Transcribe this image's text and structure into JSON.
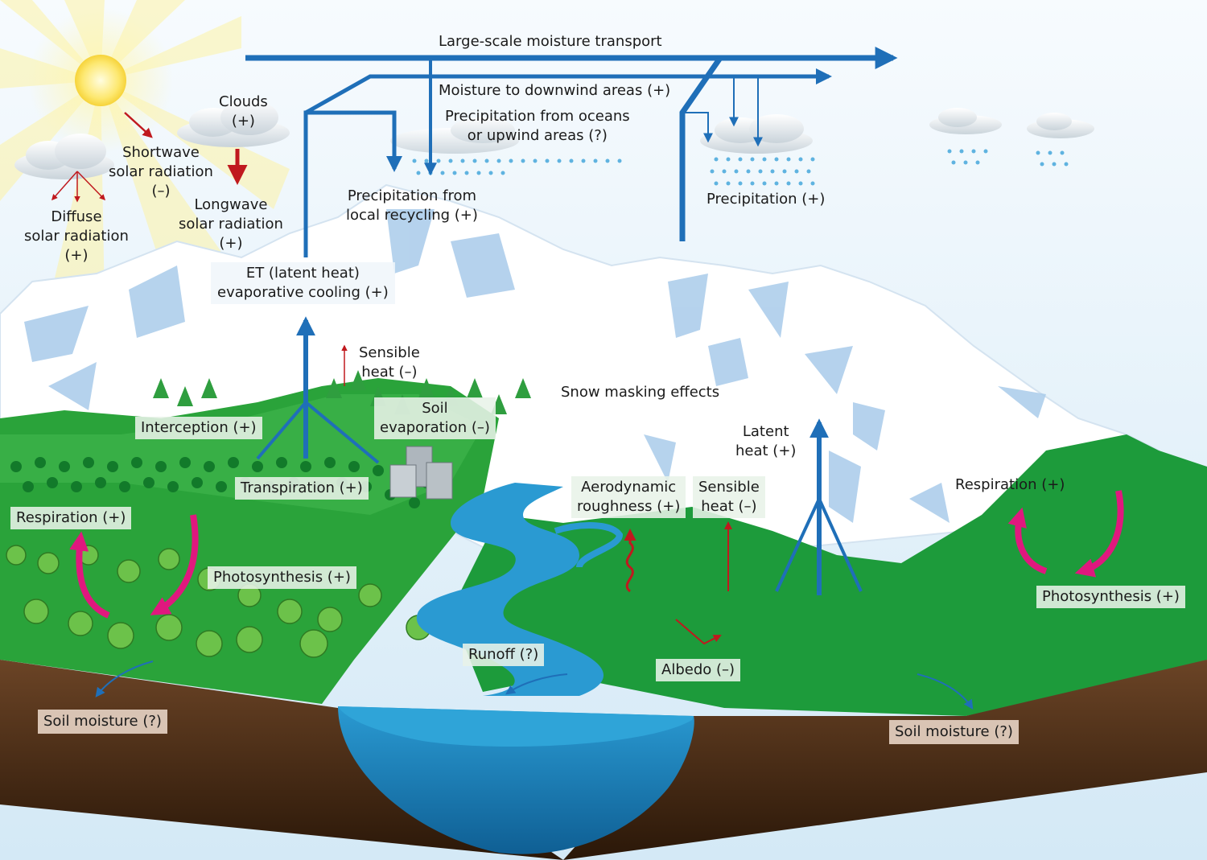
{
  "colors": {
    "sky": "#dceef8",
    "arrow_blue": "#1f6fb8",
    "arrow_red": "#c0191e",
    "arrow_pink": "#e0187e",
    "forest_green": "#22a336",
    "grass_green": "#1c9a3a",
    "soil_brown": "#5e3a20",
    "water_blue": "#1f88c4",
    "snow": "#ffffff",
    "rock_blue": "#9ec4e6"
  },
  "labels": {
    "large_scale": "Large-scale moisture transport",
    "moisture_downwind": "Moisture to downwind areas (+)",
    "precip_oceans": [
      "Precipitation from oceans",
      "or upwind areas (?)"
    ],
    "clouds": [
      "Clouds",
      "(+)"
    ],
    "shortwave": [
      "Shortwave",
      "solar radiation",
      "(–)"
    ],
    "diffuse": [
      "Diffuse",
      "solar radiation",
      "(+)"
    ],
    "longwave": [
      "Longwave",
      "solar radiation",
      "(+)"
    ],
    "precip_local": [
      "Precipitation from",
      "local recycling (+)"
    ],
    "precipitation": "Precipitation (+)",
    "et": [
      "ET (latent heat)",
      "evaporative cooling (+)"
    ],
    "sensible_left": [
      "Sensible",
      "heat (–)"
    ],
    "soil_evap": [
      "Soil",
      "evaporation (–)"
    ],
    "snow_masking": "Snow masking effects",
    "interception": "Interception (+)",
    "latent_heat": [
      "Latent",
      "heat (+)"
    ],
    "transpiration": "Transpiration (+)",
    "aerodynamic": [
      "Aerodynamic",
      "roughness (+)"
    ],
    "sensible_right": [
      "Sensible",
      "heat (–)"
    ],
    "respiration_right": "Respiration (+)",
    "respiration_left": "Respiration (+)",
    "photosynthesis_left": "Photosynthesis (+)",
    "photosynthesis_right": "Photosynthesis (+)",
    "runoff": "Runoff (?)",
    "albedo": "Albedo (–)",
    "soil_moisture_left": "Soil moisture (?)",
    "soil_moisture_right": "Soil moisture (?)"
  }
}
